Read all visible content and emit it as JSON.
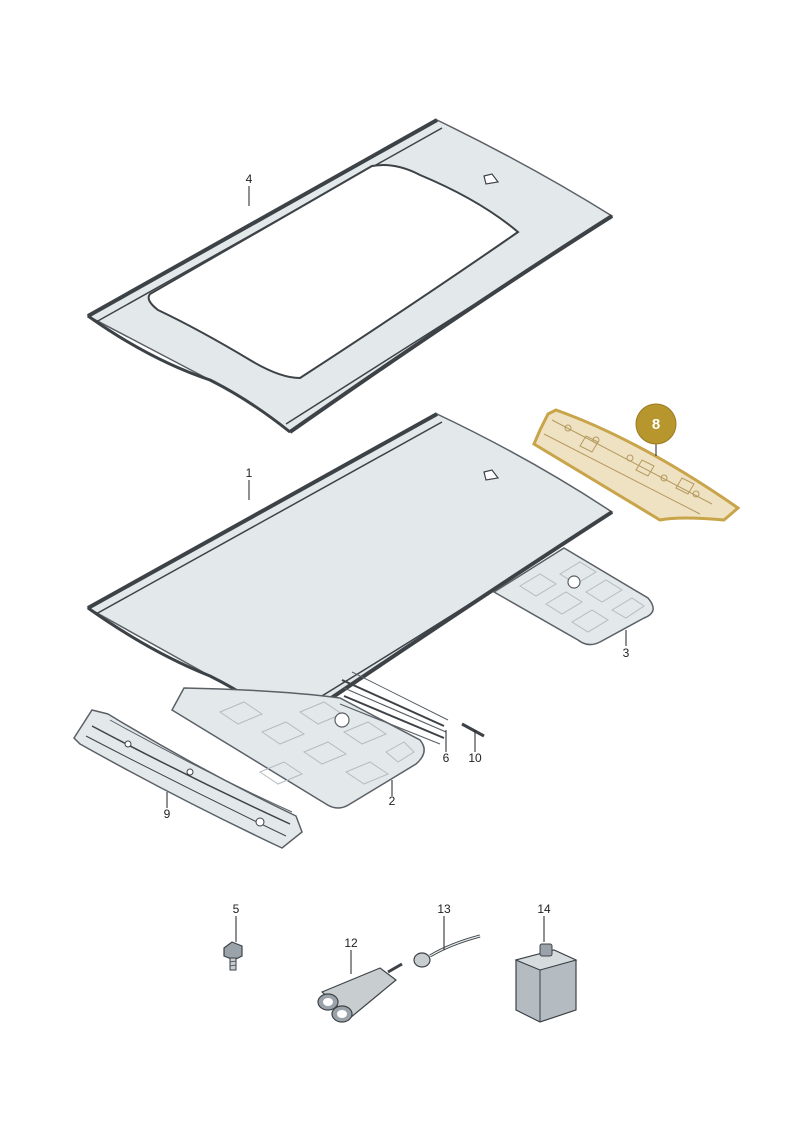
{
  "callouts": [
    {
      "id": "1",
      "label": "1"
    },
    {
      "id": "2",
      "label": "2"
    },
    {
      "id": "3",
      "label": "3"
    },
    {
      "id": "4",
      "label": "4"
    },
    {
      "id": "5",
      "label": "5"
    },
    {
      "id": "6",
      "label": "6"
    },
    {
      "id": "8",
      "label": "8",
      "highlighted": true
    },
    {
      "id": "9",
      "label": "9"
    },
    {
      "id": "10",
      "label": "10"
    },
    {
      "id": "12",
      "label": "12"
    },
    {
      "id": "13",
      "label": "13"
    },
    {
      "id": "14",
      "label": "14"
    }
  ],
  "colors": {
    "part_fill": "#e3e8ea",
    "part_edge": "#5a6066",
    "rail": "#3d4247",
    "highlight_fill": "#efe2c2",
    "highlight_edge": "#c8a44a",
    "badge": "#b8962e",
    "hex": "#b4bcc2"
  }
}
